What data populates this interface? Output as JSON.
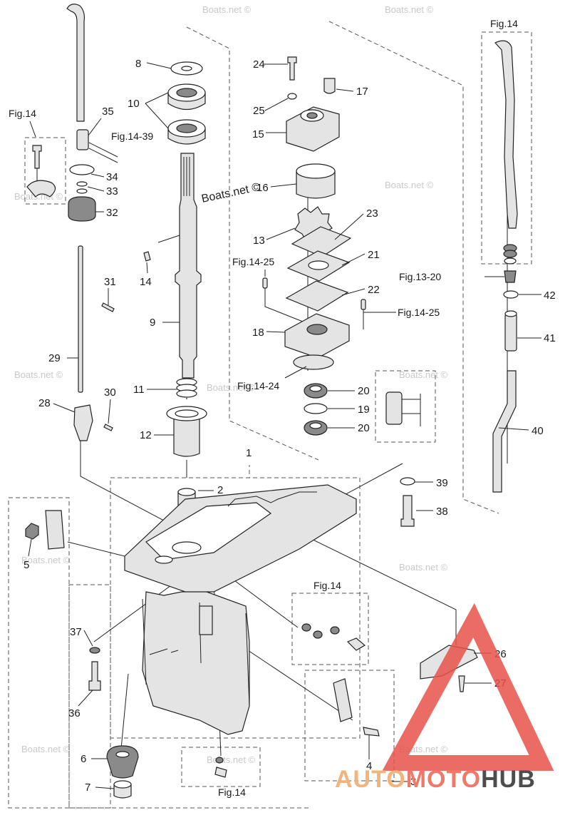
{
  "parts": [
    {
      "id": "p1",
      "label": "1"
    },
    {
      "id": "p2",
      "label": "2"
    },
    {
      "id": "p3",
      "label": "3"
    },
    {
      "id": "p4",
      "label": "4"
    },
    {
      "id": "p5",
      "label": "5"
    },
    {
      "id": "p6",
      "label": "6"
    },
    {
      "id": "p7",
      "label": "7"
    },
    {
      "id": "p8",
      "label": "8"
    },
    {
      "id": "p9",
      "label": "9"
    },
    {
      "id": "p10",
      "label": "10"
    },
    {
      "id": "p11",
      "label": "11"
    },
    {
      "id": "p12",
      "label": "12"
    },
    {
      "id": "p13",
      "label": "13"
    },
    {
      "id": "p14",
      "label": "14"
    },
    {
      "id": "p15",
      "label": "15"
    },
    {
      "id": "p16",
      "label": "16"
    },
    {
      "id": "p17",
      "label": "17"
    },
    {
      "id": "p18",
      "label": "18"
    },
    {
      "id": "p19",
      "label": "19"
    },
    {
      "id": "p20a",
      "label": "20"
    },
    {
      "id": "p20b",
      "label": "20"
    },
    {
      "id": "p21",
      "label": "21"
    },
    {
      "id": "p22",
      "label": "22"
    },
    {
      "id": "p23",
      "label": "23"
    },
    {
      "id": "p24",
      "label": "24"
    },
    {
      "id": "p25",
      "label": "25"
    },
    {
      "id": "p26",
      "label": "26"
    },
    {
      "id": "p27",
      "label": "27"
    },
    {
      "id": "p28",
      "label": "28"
    },
    {
      "id": "p29",
      "label": "29"
    },
    {
      "id": "p30",
      "label": "30"
    },
    {
      "id": "p31",
      "label": "31"
    },
    {
      "id": "p32",
      "label": "32"
    },
    {
      "id": "p33",
      "label": "33"
    },
    {
      "id": "p34",
      "label": "34"
    },
    {
      "id": "p35",
      "label": "35"
    },
    {
      "id": "p36",
      "label": "36"
    },
    {
      "id": "p37",
      "label": "37"
    },
    {
      "id": "p38",
      "label": "38"
    },
    {
      "id": "p39",
      "label": "39"
    },
    {
      "id": "p40",
      "label": "40"
    },
    {
      "id": "p41",
      "label": "41"
    },
    {
      "id": "p42",
      "label": "42"
    }
  ],
  "fig_refs": [
    {
      "id": "f14_topright",
      "label": "Fig.14"
    },
    {
      "id": "f14_left",
      "label": "Fig.14"
    },
    {
      "id": "f14_39",
      "label": "Fig.14-39"
    },
    {
      "id": "f14_25a",
      "label": "Fig.14-25"
    },
    {
      "id": "f14_25b",
      "label": "Fig.14-25"
    },
    {
      "id": "f13_20",
      "label": "Fig.13-20"
    },
    {
      "id": "f14_24",
      "label": "Fig.14-24"
    },
    {
      "id": "f14_mid",
      "label": "Fig.14"
    },
    {
      "id": "f14_bottom",
      "label": "Fig.14"
    }
  ],
  "watermark": "Boats.net ©",
  "watermark_center": "Boats.net ©",
  "logo": {
    "part1": "AUTO",
    "part2": "MOTO",
    "part3": "HUB"
  },
  "colors": {
    "logo_triangle": "#e8524a",
    "logo_auto": "#f3b37c",
    "logo_moto": "#f07a6a",
    "logo_hub": "#4d4d4d"
  }
}
